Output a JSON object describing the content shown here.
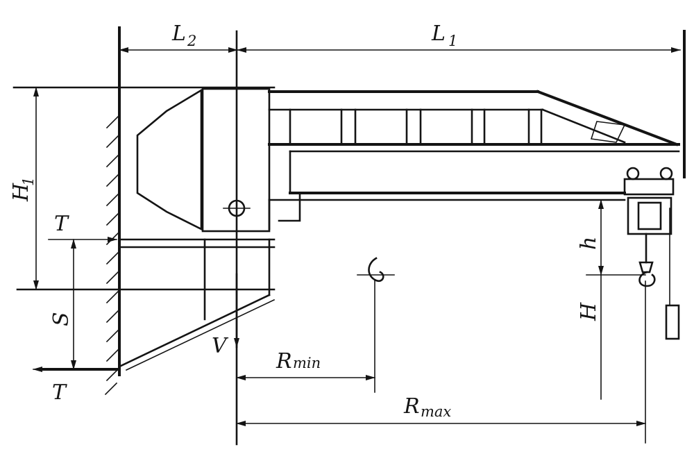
{
  "labels": {
    "L2": "L",
    "L2_sub": "2",
    "L1": "L",
    "L1_sub": "1",
    "H1": "H",
    "H1_sub": "1",
    "T_top": "T",
    "T_bottom": "T",
    "S": "S",
    "V": "V",
    "h": "h",
    "H": "H",
    "Rmin": "R",
    "Rmin_sub": "min",
    "Rmax": "R",
    "Rmax_sub": "max"
  }
}
